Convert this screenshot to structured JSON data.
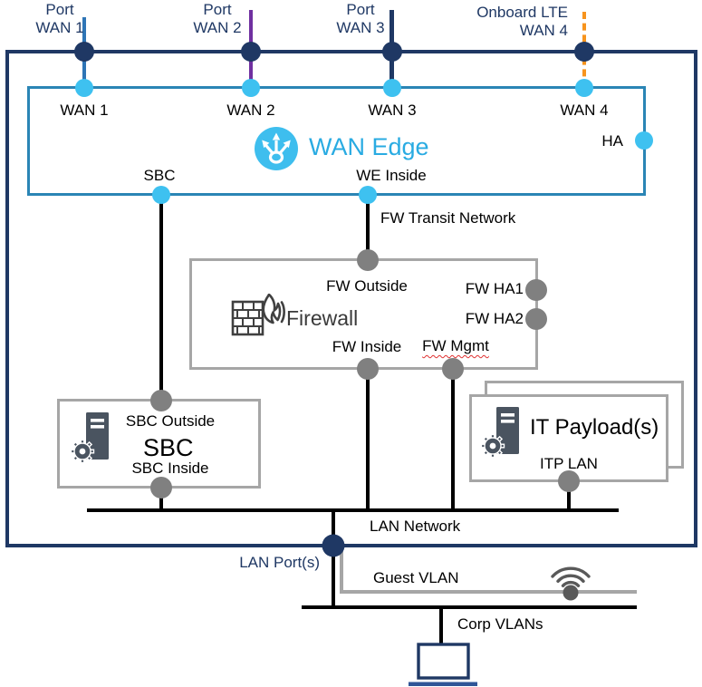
{
  "colors": {
    "outer_border": "#1F3864",
    "wan_edge_border": "#2A85B5",
    "cyan_accent": "#3EC1F0",
    "cyan_text": "#29ABE2",
    "wan1_link": "#2E75B6",
    "wan2_link": "#7030A0",
    "wan3_link": "#1F3864",
    "wan4_link_dashed": "#F7941D",
    "gray_box_border": "#A6A6A6",
    "gray_port_dot": "#808080",
    "icon_dark_gray": "#404040",
    "wifi_gray": "#595959",
    "server_icon": "#4A5460",
    "laptop_blue": "#1F3864"
  },
  "top_ports": [
    {
      "line1": "Port",
      "line2": "WAN 1"
    },
    {
      "line1": "Port",
      "line2": "WAN 2"
    },
    {
      "line1": "Port",
      "line2": "WAN 3"
    },
    {
      "line1": "Onboard LTE",
      "line2": "WAN 4"
    }
  ],
  "wan_edge": {
    "title": "WAN Edge",
    "ports": {
      "wan1": "WAN 1",
      "wan2": "WAN 2",
      "wan3": "WAN 3",
      "wan4": "WAN 4",
      "ha": "HA",
      "sbc": "SBC",
      "we_inside": "WE Inside"
    }
  },
  "firewall": {
    "title": "Firewall",
    "transit_label": "FW Transit Network",
    "ports": {
      "outside": "FW Outside",
      "ha1": "FW HA1",
      "ha2": "FW HA2",
      "inside": "FW Inside",
      "mgmt": "FW Mgmt"
    }
  },
  "sbc": {
    "title": "SBC",
    "ports": {
      "outside": "SBC Outside",
      "inside": "SBC Inside"
    }
  },
  "it_payloads": {
    "title": "IT Payload(s)",
    "ports": {
      "lan": "ITP LAN"
    }
  },
  "lan": {
    "network_label": "LAN Network",
    "port_label": "LAN Port(s)",
    "guest_label": "Guest VLAN",
    "corp_label": "Corp VLANs"
  }
}
